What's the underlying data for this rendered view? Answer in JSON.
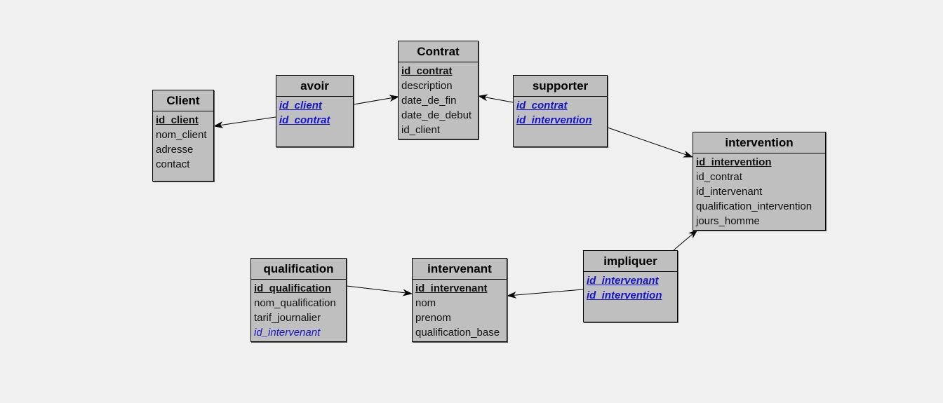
{
  "entities": {
    "client": {
      "title": "Client",
      "fields": [
        "id_client",
        "nom_client",
        "adresse",
        "contact"
      ]
    },
    "avoir": {
      "title": "avoir",
      "fields": [
        "id_client",
        "id_contrat"
      ]
    },
    "contrat": {
      "title": "Contrat",
      "fields": [
        "id_contrat",
        "description",
        "date_de_fin",
        "date_de_debut",
        "id_client"
      ]
    },
    "supporter": {
      "title": "supporter",
      "fields": [
        "id_contrat",
        "id_intervention"
      ]
    },
    "intervention": {
      "title": "intervention",
      "fields": [
        "id_intervention",
        "id_contrat",
        "id_intervenant",
        "qualification_intervention",
        "jours_homme"
      ]
    },
    "impliquer": {
      "title": "impliquer",
      "fields": [
        "id_intervenant",
        "id_intervention"
      ]
    },
    "intervenant": {
      "title": "intervenant",
      "fields": [
        "id_intervenant",
        "nom",
        "prenom",
        "qualification_base"
      ]
    },
    "qualification": {
      "title": "qualification",
      "fields": [
        "id_qualification",
        "nom_qualification",
        "tarif_journalier",
        "id_intervenant"
      ]
    }
  },
  "relationships": [
    {
      "from": "avoir",
      "to": "client"
    },
    {
      "from": "avoir",
      "to": "contrat"
    },
    {
      "from": "supporter",
      "to": "contrat"
    },
    {
      "from": "supporter",
      "to": "intervention"
    },
    {
      "from": "impliquer",
      "to": "intervention"
    },
    {
      "from": "impliquer",
      "to": "intervenant"
    },
    {
      "from": "qualification",
      "to": "intervenant"
    }
  ],
  "colors": {
    "background": "#f0f0f0",
    "entity_fill": "#bfbfbf",
    "foreign_key": "#1515c8",
    "border": "#000000"
  }
}
